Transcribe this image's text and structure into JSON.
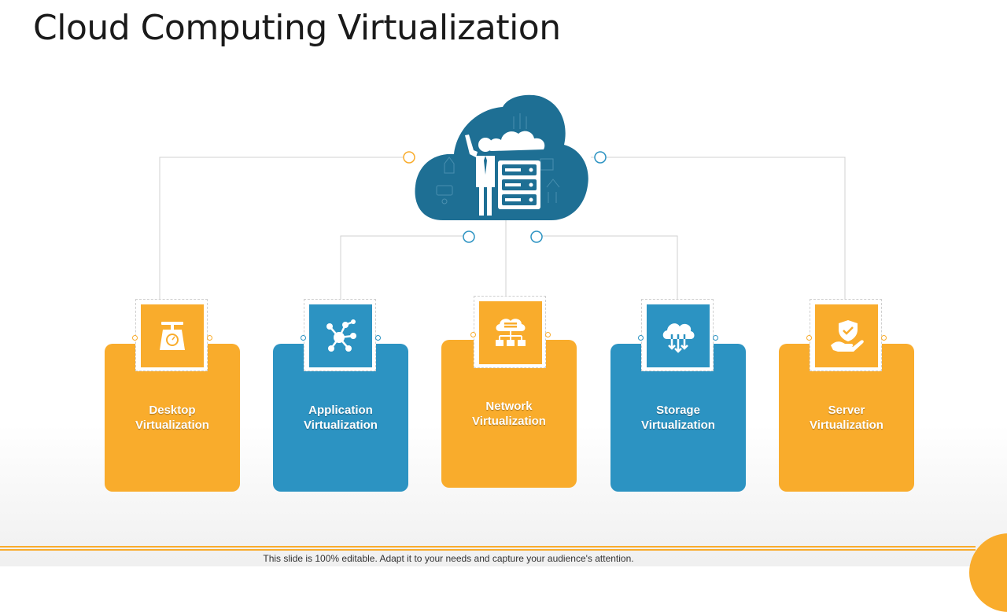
{
  "slide": {
    "title": "Cloud Computing Virtualization",
    "footer": "This slide is 100% editable. Adapt it to your needs and capture your audience's attention."
  },
  "colors": {
    "orange": "#F9AC2C",
    "blue": "#2C93C2",
    "hub_blue": "#1E6F94",
    "connector": "#D0D0D0"
  },
  "hub": {
    "icon": "cloud-businessman-server-icon"
  },
  "cards": [
    {
      "label": "Desktop Virtualization",
      "icon": "weighing-scale-icon",
      "color": "orange"
    },
    {
      "label": "Application Virtualization",
      "icon": "molecule-network-icon",
      "color": "blue"
    },
    {
      "label": "Network Virtualization",
      "icon": "cloud-network-icon",
      "color": "orange"
    },
    {
      "label": "Storage Virtualization",
      "icon": "cloud-download-icon",
      "color": "blue"
    },
    {
      "label": "Server Virtualization",
      "icon": "shield-hand-icon",
      "color": "orange"
    }
  ]
}
